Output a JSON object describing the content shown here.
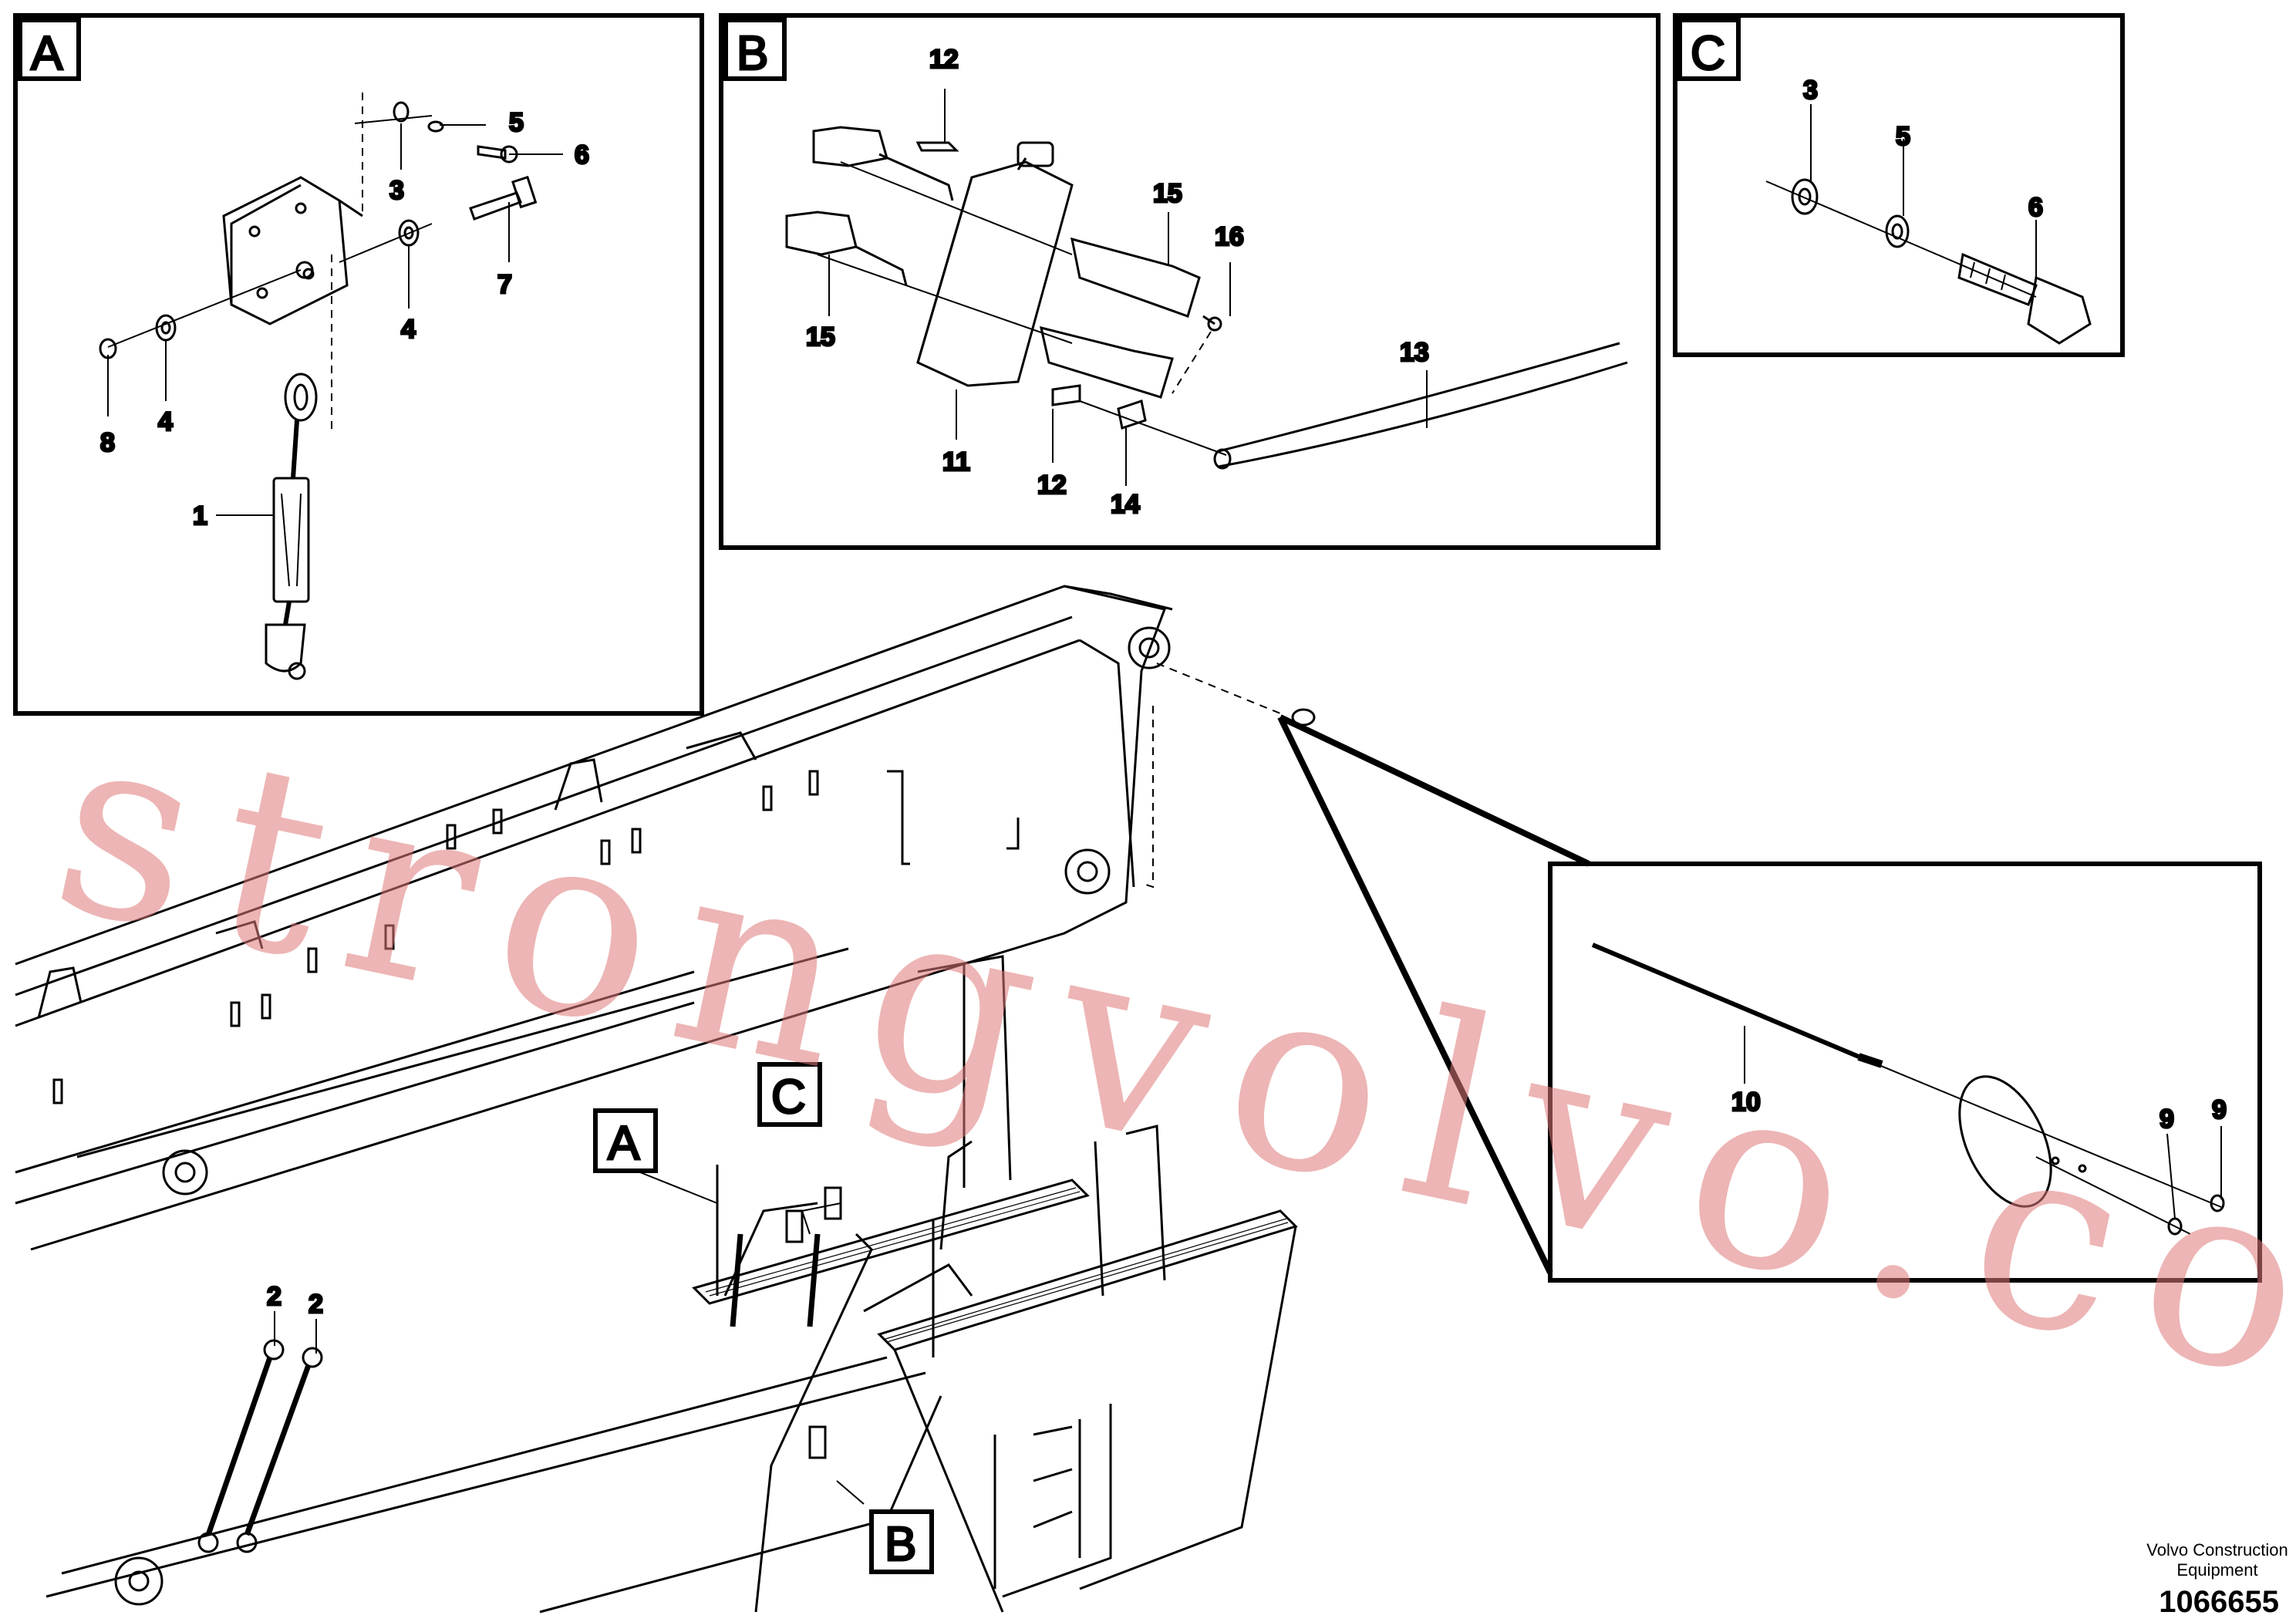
{
  "panels": {
    "a": {
      "badge": "A",
      "callouts": [
        "5",
        "6",
        "3",
        "7",
        "4",
        "8",
        "4",
        "1"
      ]
    },
    "b": {
      "badge": "B",
      "callouts": [
        "12",
        "15",
        "16",
        "15",
        "13",
        "11",
        "12",
        "14"
      ]
    },
    "c": {
      "badge": "C",
      "callouts": [
        "3",
        "5",
        "6"
      ]
    },
    "detail": {
      "callouts": [
        "10",
        "9",
        "9"
      ]
    }
  },
  "main_view": {
    "callouts": [
      "2",
      "2"
    ],
    "reference_badges": [
      "A",
      "C",
      "B"
    ]
  },
  "watermark": "strongvolvo.com",
  "footer": {
    "company_line1": "Volvo Construction",
    "company_line2": "Equipment",
    "drawing_number": "1066655"
  }
}
